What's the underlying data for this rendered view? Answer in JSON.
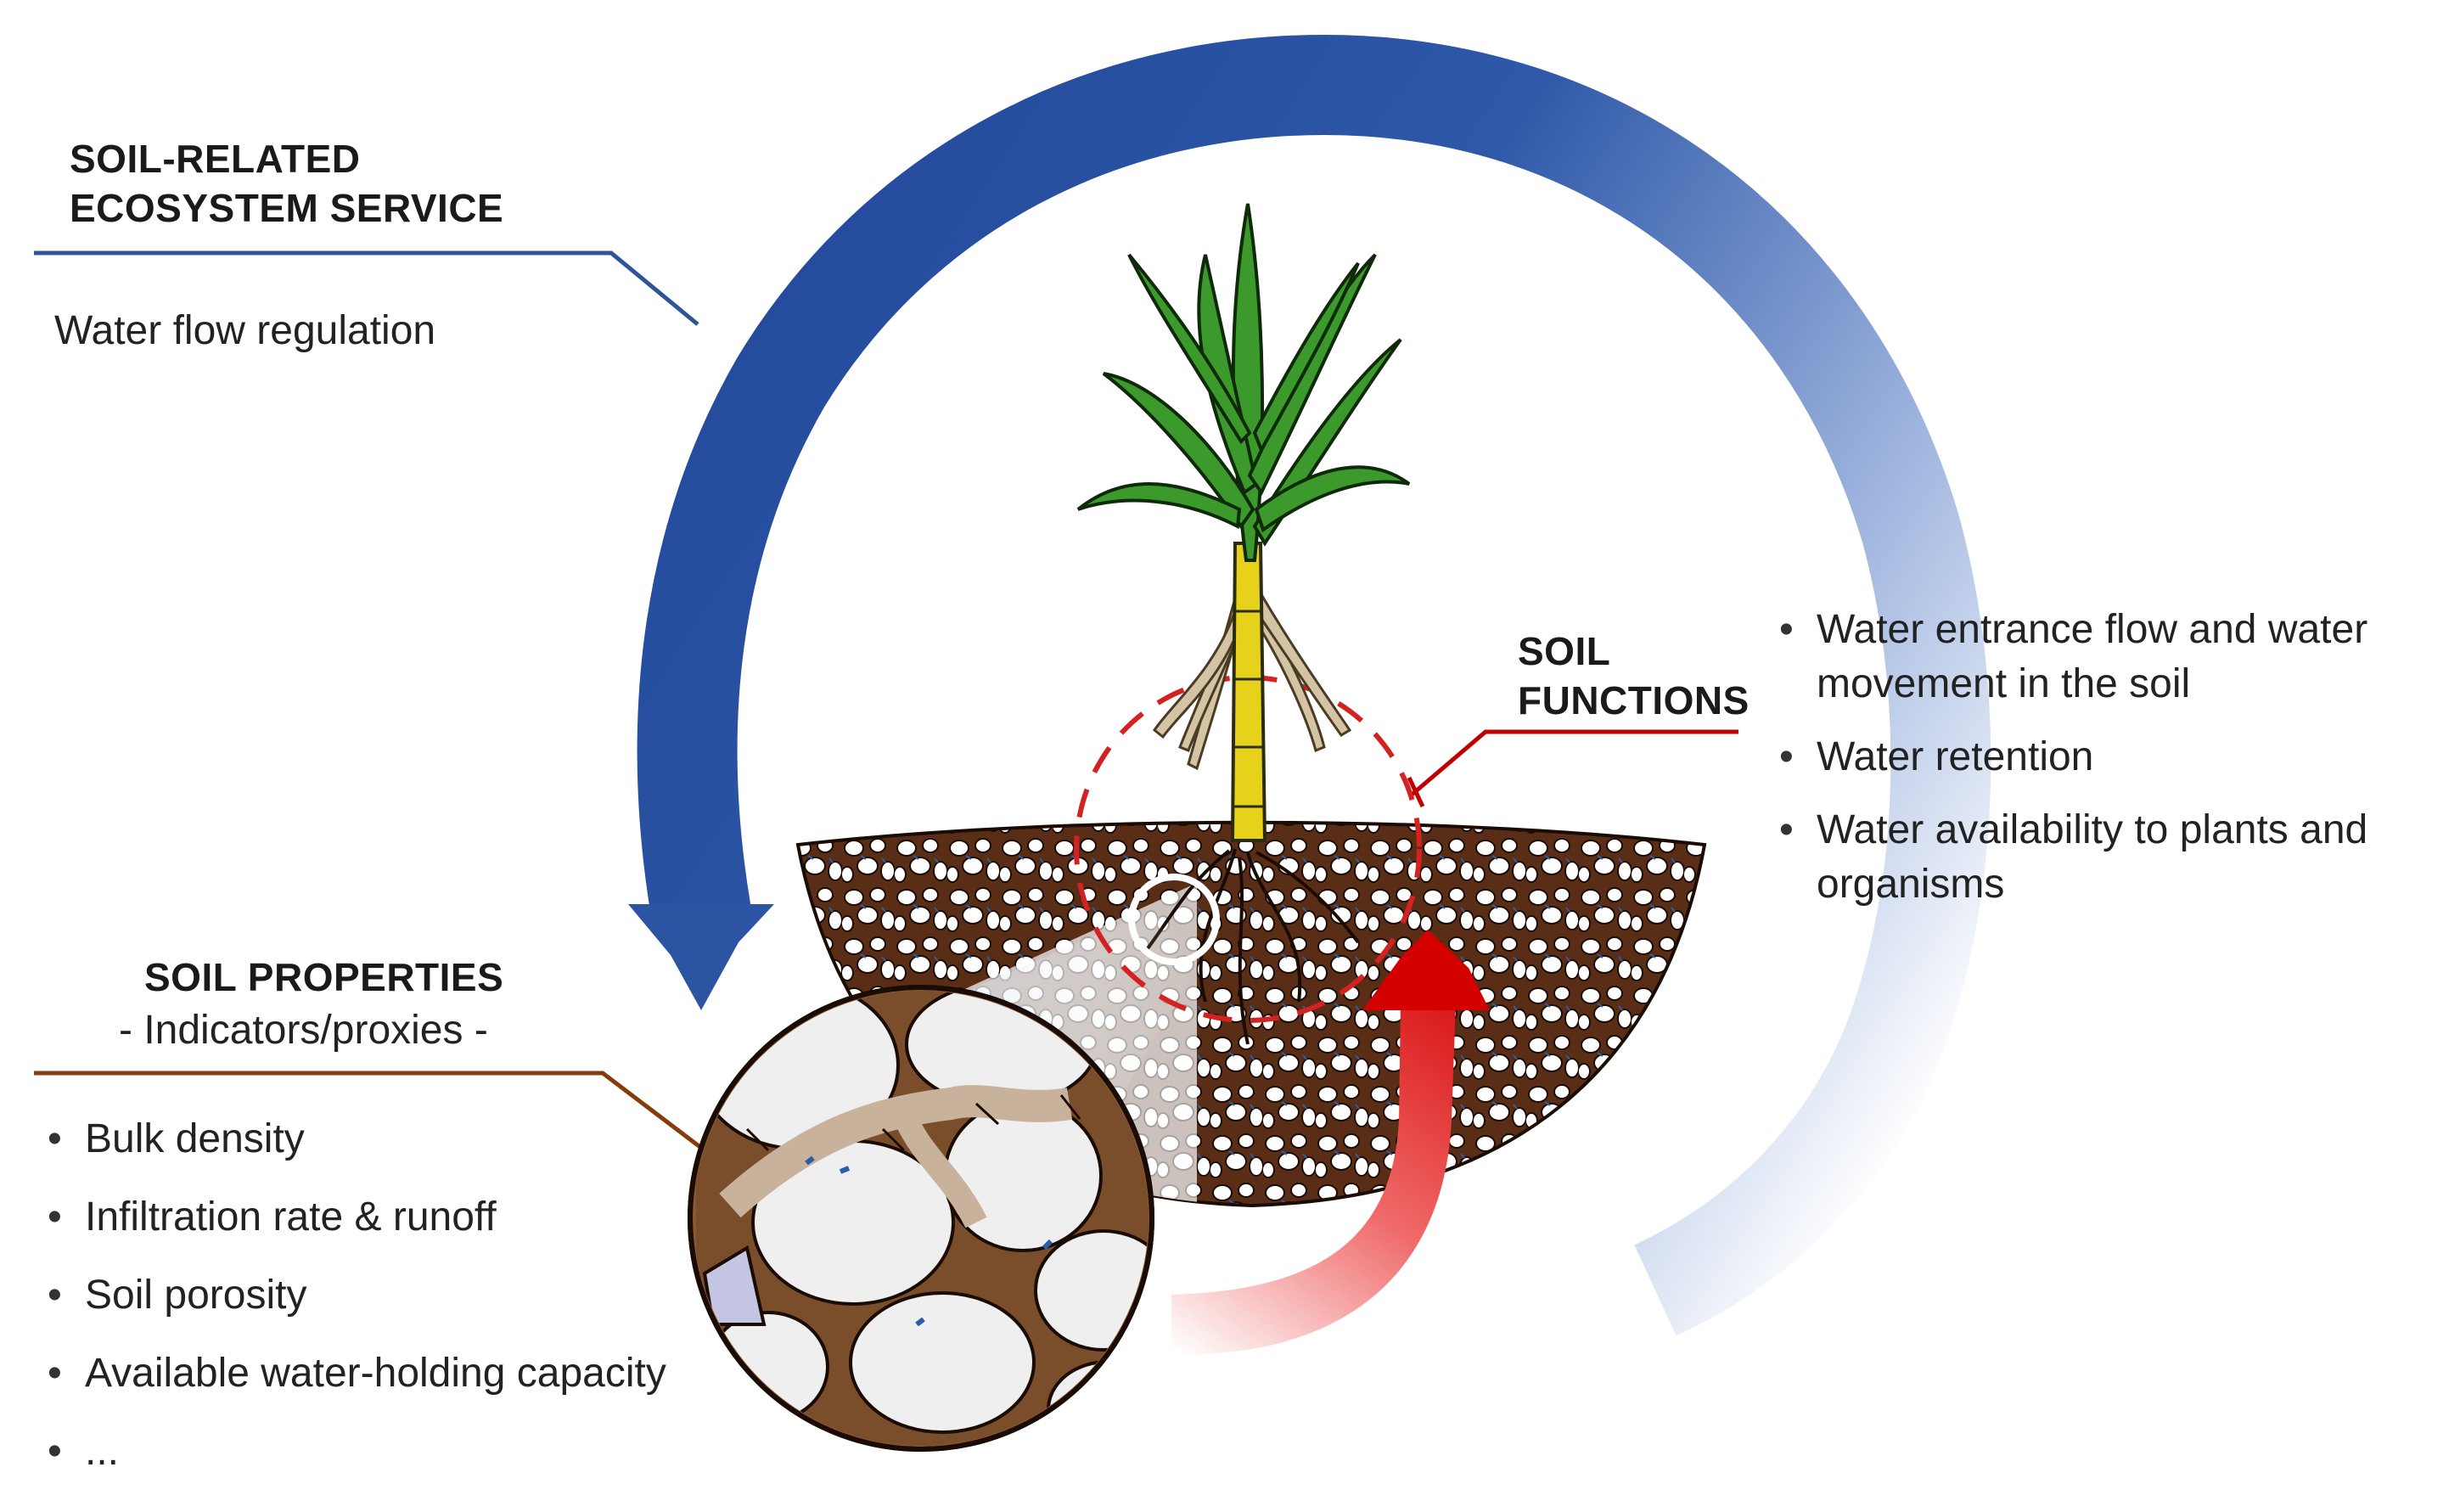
{
  "service": {
    "heading_line1": "SOIL-RELATED",
    "heading_line2": "ECOSYSTEM SERVICE",
    "value": "Water flow regulation"
  },
  "soil_properties": {
    "heading": "SOIL PROPERTIES",
    "subheading": "- Indicators/proxies -",
    "items": [
      "Bulk density",
      "Infiltration rate & runoff",
      "Soil porosity",
      "Available water-holding capacity",
      "..."
    ]
  },
  "soil_functions": {
    "heading_line1": "SOIL",
    "heading_line2": "FUNCTIONS",
    "items": [
      {
        "line1": "Water entrance flow and water",
        "line2": "movement  in the soil"
      },
      {
        "line1": "Water retention",
        "line2": ""
      },
      {
        "line1": "Water availability to plants and",
        "line2": "organisms"
      }
    ]
  },
  "colors": {
    "service_arrow": "#2b55a3",
    "service_arrow_fade": "#a9bde3",
    "service_line": "#2f5597",
    "properties_line": "#843c0c",
    "functions_line": "#c00000",
    "red_arrow": "#e01010",
    "soil_brown": "#5a2e16",
    "leaf_green": "#3c9a2c",
    "stem_yellow": "#e6d21a",
    "root_tan": "#d2c4a4"
  },
  "icons": {
    "service_arrow": "curved-arrow-icon",
    "function_arrow": "curved-arrow-icon",
    "plant": "maize-plant-icon",
    "soil": "soil-cross-section-icon",
    "zoom": "soil-pore-magnifier-icon"
  }
}
